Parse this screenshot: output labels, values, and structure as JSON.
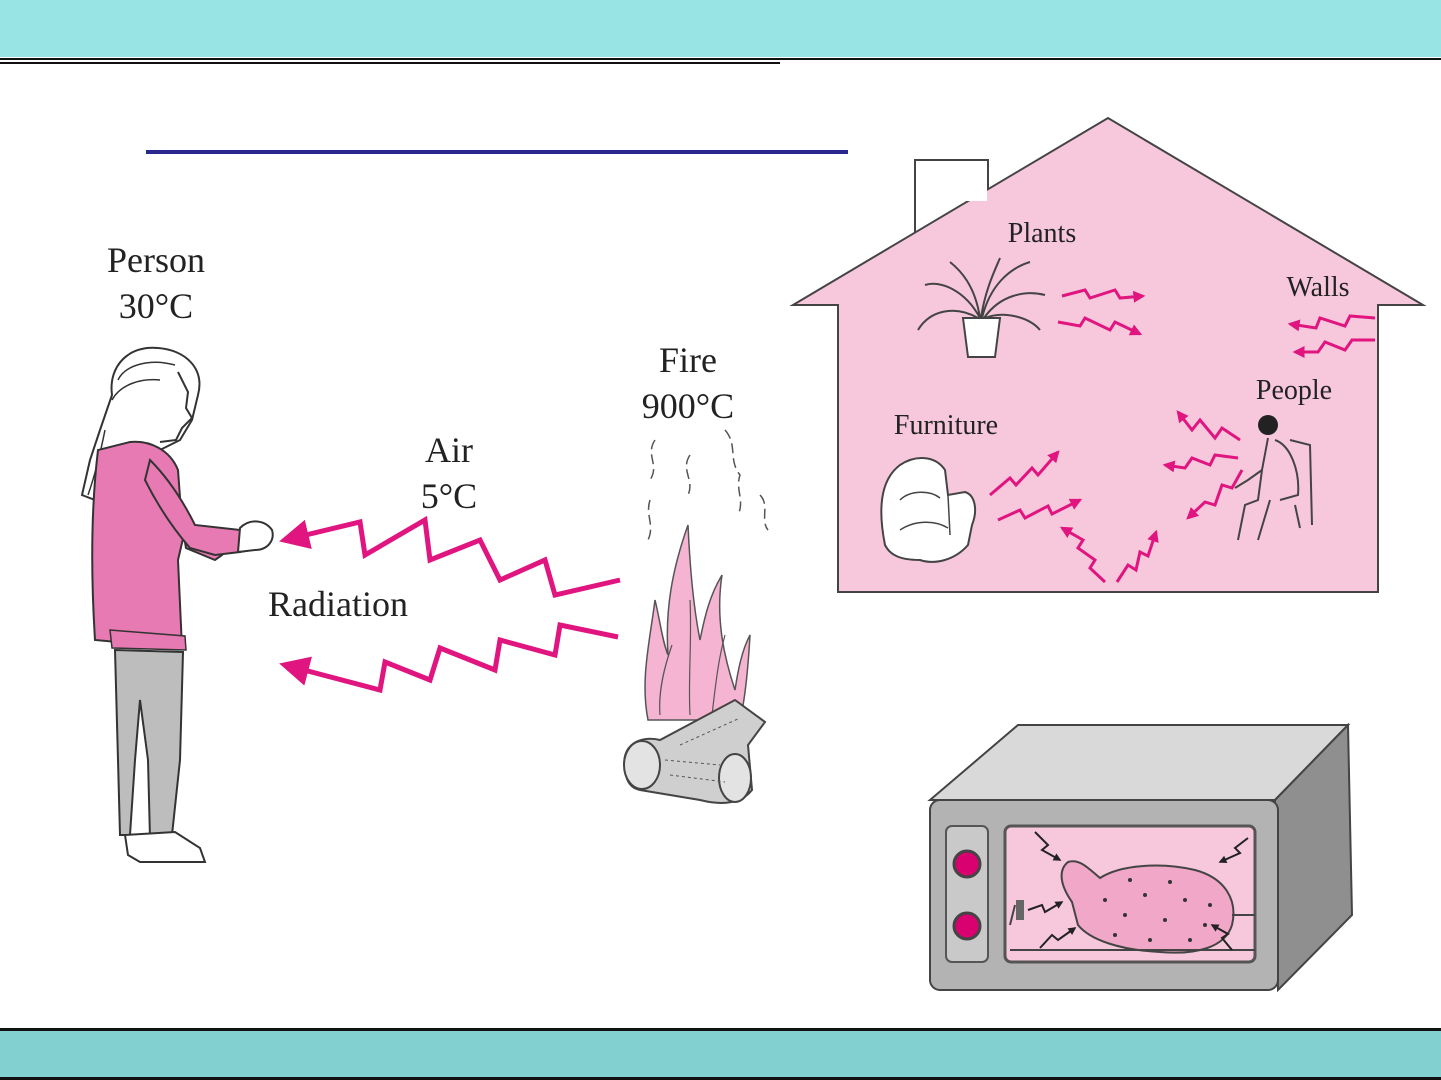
{
  "colors": {
    "header": "#98e4e4",
    "footer": "#82d0cf",
    "radiation": "#e0157f",
    "pink_fill": "#f7c8dc",
    "title_rule": "#28288e"
  },
  "left_scene": {
    "person_label": "Person",
    "person_temp": "30°C",
    "fire_label": "Fire",
    "fire_temp": "900°C",
    "air_label": "Air",
    "air_temp": "5°C",
    "radiation_label": "Radiation"
  },
  "house": {
    "plants_label": "Plants",
    "walls_label": "Walls",
    "people_label": "People",
    "furniture_label": "Furniture"
  }
}
